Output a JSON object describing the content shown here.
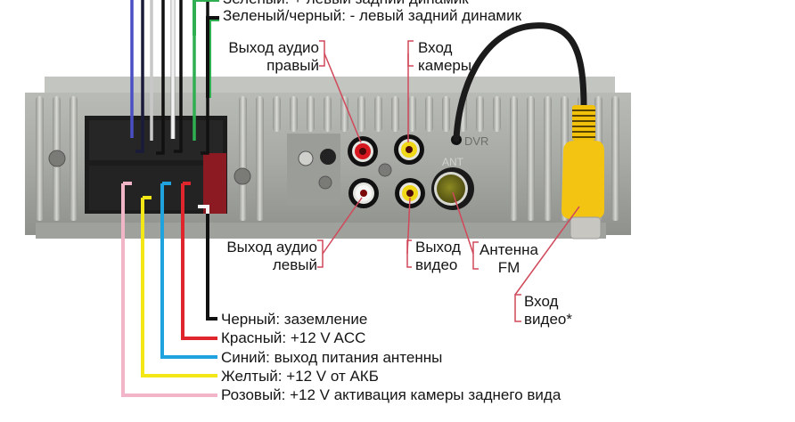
{
  "diagram": {
    "title": "Схема подключения автомагнитолы",
    "top_wires": [
      {
        "id": "green",
        "color": "#2fae52",
        "label": "Зеленый: + левый задний динамик"
      },
      {
        "id": "green-black",
        "color": "#111111",
        "stripe": "#2fae52",
        "label": "Зеленый/черный: - левый задний динамик"
      }
    ],
    "top_wire_colors": [
      "#4a4fc4",
      "#1a1a3a",
      "#c8c8c8",
      "#111111",
      "#f2f2f2",
      "#111111",
      "#2fae52",
      "#111111"
    ],
    "bottom_wires": [
      {
        "id": "black",
        "color": "#111111",
        "label": "Черный: заземление"
      },
      {
        "id": "red",
        "color": "#e0262d",
        "label": "Красный: +12 V ACC"
      },
      {
        "id": "blue",
        "color": "#1ea3de",
        "label": "Синий: выход питания антенны"
      },
      {
        "id": "yellow",
        "color": "#f3e816",
        "label": "Желтый: +12 V от АКБ"
      },
      {
        "id": "pink",
        "color": "#f2b5c8",
        "label": "Розовый: +12 V активация камеры заднего вида"
      }
    ],
    "callouts": {
      "audio_right": {
        "line1": "Выход аудио",
        "line2": "правый"
      },
      "camera_in": {
        "line1": "Вход",
        "line2": "камеры"
      },
      "audio_left": {
        "line1": "Выход аудио",
        "line2": "левый"
      },
      "video_out": {
        "line1": "Выход",
        "line2": "видео"
      },
      "antenna": {
        "line1": "Антенна",
        "line2": "FM"
      },
      "video_in": {
        "line1": "Вход",
        "line2": "видео*"
      }
    },
    "panel_markings": {
      "dvr": "DVR",
      "ant": "ANT"
    },
    "callout_color": "#d0485a"
  }
}
